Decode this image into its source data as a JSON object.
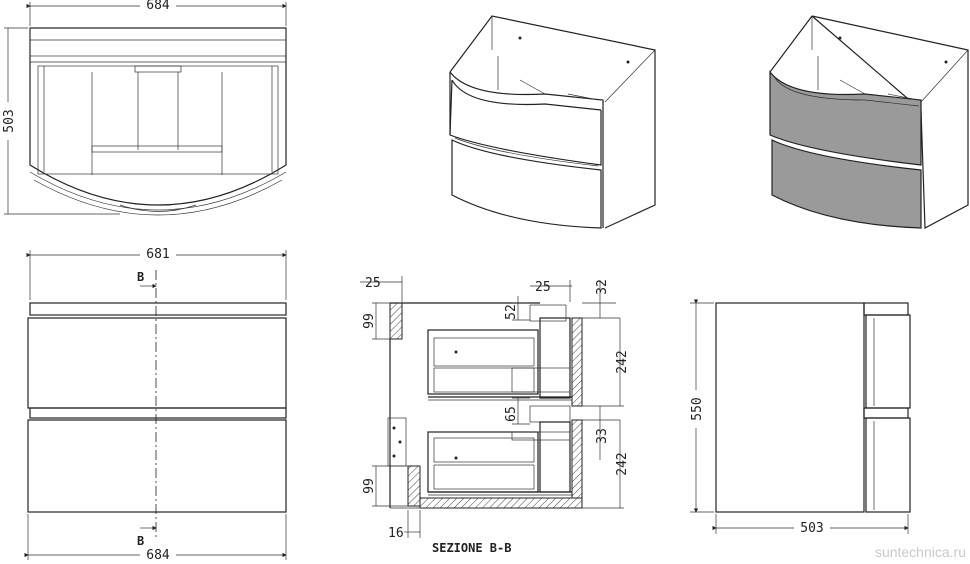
{
  "dimensions": {
    "top_view_width": "684",
    "top_view_depth": "503",
    "front_width_top": "681",
    "front_width_bottom": "684",
    "side_height": "550",
    "side_depth": "503",
    "section_wall": "25",
    "section_top_offset": "25",
    "section_top_gap": "32",
    "section_upper_left": "99",
    "section_upper_mid": "52",
    "section_upper_drawer": "242",
    "section_mid_gap": "65",
    "section_mid_right": "33",
    "section_lower_drawer": "242",
    "section_lower_left": "99",
    "section_base": "16"
  },
  "labels": {
    "section_marker_top": "B",
    "section_marker_bottom": "B",
    "section_title": "SEZIONE B-B"
  },
  "watermark": "suntechnica.ru",
  "colors": {
    "line": "#222222",
    "cabinet_grey": "#9a9a9a",
    "watermark": "#c9c9c9"
  }
}
